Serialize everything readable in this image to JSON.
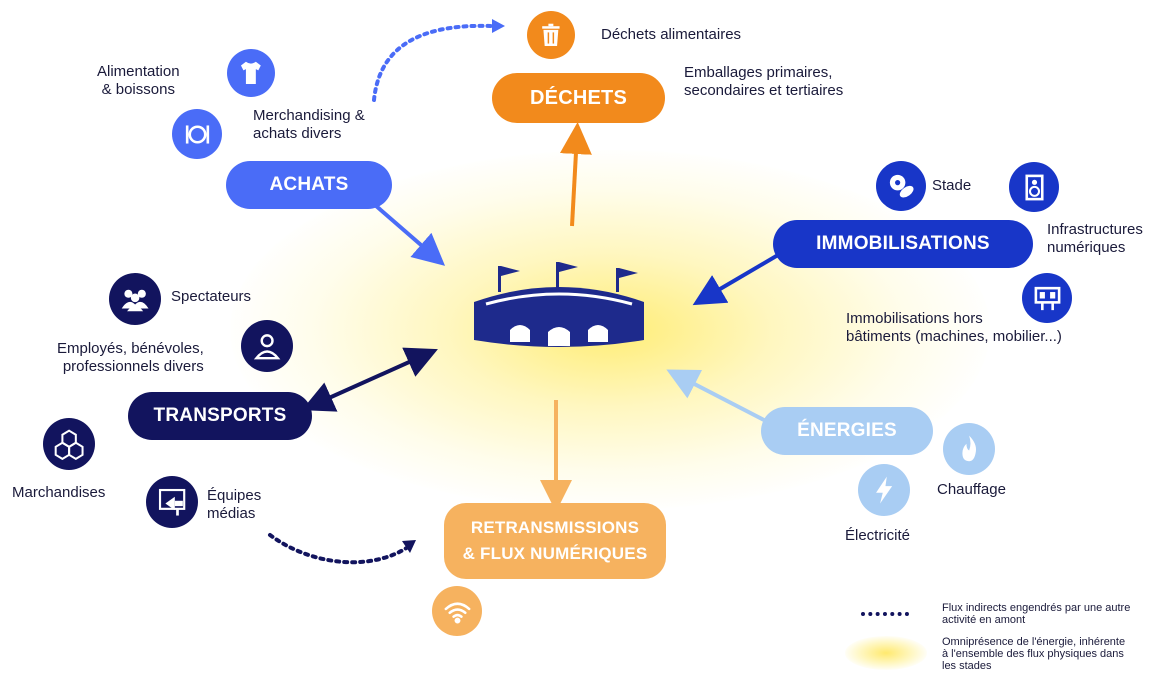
{
  "colors": {
    "achats": "#4a6cf7",
    "dechets": "#f28a1c",
    "immobilisations": "#1836c8",
    "transports": "#12145e",
    "energies": "#a9cdf3",
    "retransmissions": "#f6b25f",
    "center": "#1e2a8c",
    "glow": "#ffe96e"
  },
  "categories": {
    "achats": "ACHATS",
    "dechets": "DÉCHETS",
    "immobilisations": "IMMOBILISATIONS",
    "transports": "TRANSPORTS",
    "energies": "ÉNERGIES",
    "retransmissions": "RETRANSMISSIONS\n& FLUX NUMÉRIQUES"
  },
  "items": {
    "alimentation": "Alimentation\n& boissons",
    "merchandising": "Merchandising &\nachats divers",
    "dechets_alimentaires": "Déchets alimentaires",
    "emballages": "Emballages primaires,\nsecondaires et tertiaires",
    "stade": "Stade",
    "infrastructures": "Infrastructures\nnumériques",
    "immobilisations_hors": "Immobilisations hors\nbâtiments (machines, mobilier...)",
    "spectateurs": "Spectateurs",
    "employes": "Employés, bénévoles,\nprofessionnels divers",
    "marchandises": "Marchandises",
    "equipes_medias": "Équipes\nmédias",
    "chauffage": "Chauffage",
    "electricite": "Électricité"
  },
  "icons": {
    "tshirt": "tshirt-icon",
    "plate": "plate-icon",
    "trash": "trash-icon",
    "ball": "ball-icon",
    "speaker": "speaker-icon",
    "scoreboard": "scoreboard-icon",
    "group": "group-icon",
    "person": "person-icon",
    "cubes": "cubes-icon",
    "megaphone": "megaphone-icon",
    "flame": "flame-icon",
    "bolt": "bolt-icon",
    "wifi": "wifi-icon",
    "stadium": "stadium-icon"
  },
  "legend": {
    "indirect": "Flux indirects engendrés par une autre\nactivité en amont",
    "energy": "Omniprésence de l'énergie, inhérente\nà l'ensemble des flux physiques dans\nles stades"
  }
}
